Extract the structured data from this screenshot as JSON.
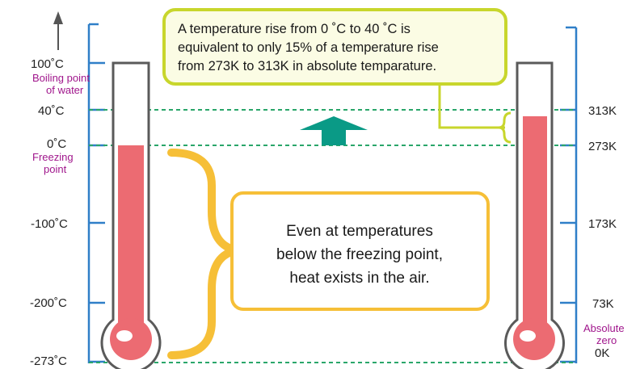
{
  "left_scale": {
    "ticks": [
      {
        "label": "100˚C",
        "note": "Boiling point of water"
      },
      {
        "label": "40˚C"
      },
      {
        "label": "0˚C",
        "note": "Freezing point"
      },
      {
        "label": "-100˚C"
      },
      {
        "label": "-200˚C"
      },
      {
        "label": "-273˚C"
      }
    ],
    "note_boiling_line1": "Boiling point",
    "note_boiling_line2": "of water",
    "note_freezing_line1": "Freezing",
    "note_freezing_line2": "point"
  },
  "right_scale": {
    "ticks": [
      {
        "label": "313K"
      },
      {
        "label": "273K"
      },
      {
        "label": "173K"
      },
      {
        "label": "73K"
      },
      {
        "label": "0K"
      }
    ],
    "note_absolute_line1": "Absolute",
    "note_absolute_line2": "zero"
  },
  "callout_top": {
    "line1": "A temperature rise from 0 ˚C to 40 ˚C is",
    "line2": "equivalent to only 15% of a temperature rise",
    "line3": "from 273K to 313K in absolute temparature."
  },
  "callout_center": {
    "line1": "Even at temperatures",
    "line2": "below the freezing point,",
    "line3": "heat exists in the air."
  },
  "colors": {
    "scale_blue": "#2f7fc8",
    "thermo_red": "#ec6b72",
    "dashed_green": "#2aa66a",
    "arrow_teal": "#0a9a86",
    "callout_top_border": "#c8d62c",
    "callout_top_fill": "#fbfce4",
    "callout_center_border": "#f6bf37",
    "brace_yellow": "#f6bf37",
    "purple_note": "#a0168c"
  },
  "icons": {
    "up_arrow_axis": "arrow-up-icon",
    "warming_arrow": "teal-up-arrow-icon"
  }
}
